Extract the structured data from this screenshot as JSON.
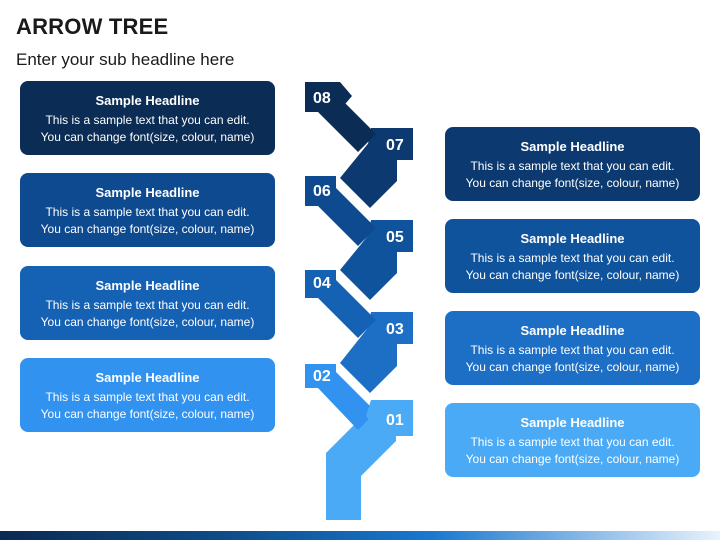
{
  "title": "ARROW TREE",
  "subtitle": "Enter your sub headline here",
  "steps": [
    {
      "number": "01",
      "color": "#4aaaf6"
    },
    {
      "number": "02",
      "color": "#3192f0"
    },
    {
      "number": "03",
      "color": "#1d6fc6"
    },
    {
      "number": "04",
      "color": "#1561b3"
    },
    {
      "number": "05",
      "color": "#10539d"
    },
    {
      "number": "06",
      "color": "#0e4a8f"
    },
    {
      "number": "07",
      "color": "#0c3a70"
    },
    {
      "number": "08",
      "color": "#0a2c55"
    }
  ],
  "cards": [
    {
      "headline": "Sample Headline",
      "line1": "This is a sample text that you can edit.",
      "line2": "You can change font(size, colour, name)",
      "color": "#0a2c55"
    },
    {
      "headline": "Sample Headline",
      "line1": "This is a sample text that you can edit.",
      "line2": "You can change font(size, colour, name)",
      "color": "#0c3a70"
    },
    {
      "headline": "Sample Headline",
      "line1": "This is a sample text that you can edit.",
      "line2": "You can change font(size, colour, name)",
      "color": "#0e4a8f"
    },
    {
      "headline": "Sample Headline",
      "line1": "This is a sample text that you can edit.",
      "line2": "You can change font(size, colour, name)",
      "color": "#10539d"
    },
    {
      "headline": "Sample Headline",
      "line1": "This is a sample text that you can edit.",
      "line2": "You can change font(size, colour, name)",
      "color": "#1561b3"
    },
    {
      "headline": "Sample Headline",
      "line1": "This is a sample text that you can edit.",
      "line2": "You can change font(size, colour, name)",
      "color": "#1d6fc6"
    },
    {
      "headline": "Sample Headline",
      "line1": "This is a sample text that you can edit.",
      "line2": "You can change font(size, colour, name)",
      "color": "#3192f0"
    },
    {
      "headline": "Sample Headline",
      "line1": "This is a sample text that you can edit.",
      "line2": "You can change font(size, colour, name)",
      "color": "#4aaaf6"
    }
  ]
}
